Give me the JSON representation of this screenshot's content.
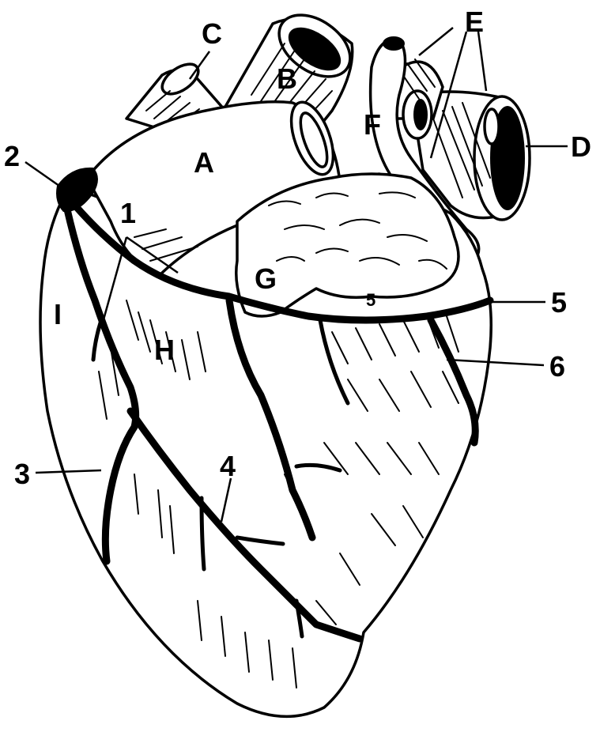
{
  "labels": {
    "A": "A",
    "B": "B",
    "C": "C",
    "D": "D",
    "E": "E",
    "F": "F",
    "G": "G",
    "H": "H",
    "I": "I",
    "n1": "1",
    "n2": "2",
    "n3": "3",
    "n4": "4",
    "n5": "5",
    "n5_inner": "5",
    "n6": "6"
  },
  "colors": {
    "ink": "#000000",
    "paper": "#ffffff"
  }
}
